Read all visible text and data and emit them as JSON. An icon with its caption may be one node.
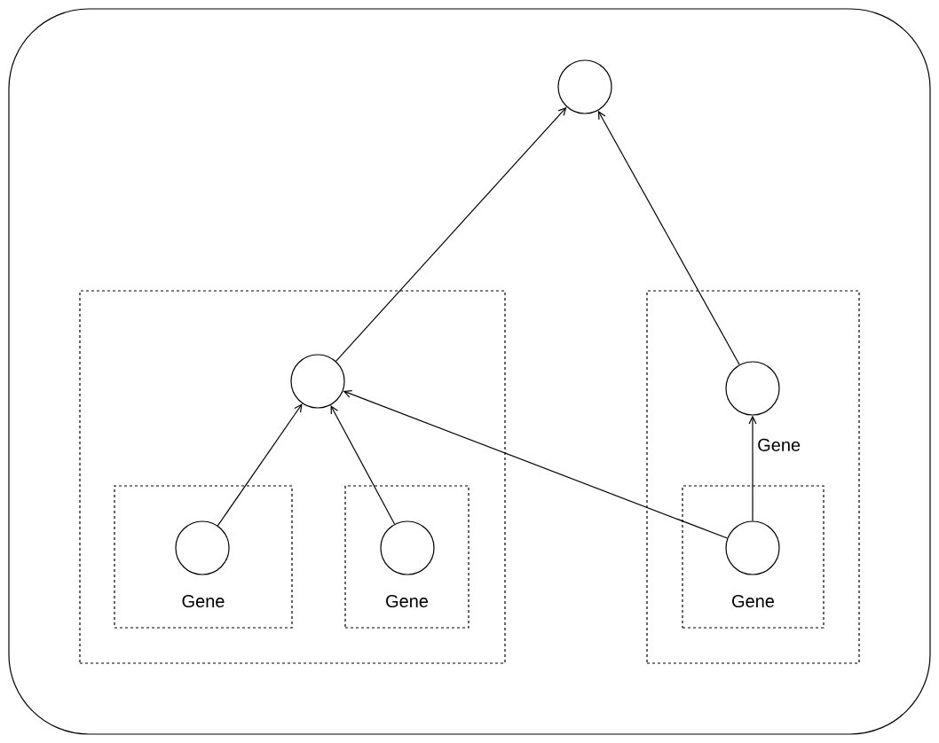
{
  "diagram": {
    "nodes": [
      {
        "text": [],
        "shape": "box"
      },
      {
        "text": [],
        "shape": "circle",
        "in": 0
      },
      {
        "text": [],
        "shape": "box",
        "in": 0
      },
      {
        "text": [],
        "shape": "circle",
        "in": 2
      },
      {
        "text": [
          "Gene"
        ],
        "in": 2
      },
      {
        "text": [],
        "shape": "circle",
        "in": 4
      },
      {
        "text": [
          "Gene"
        ],
        "in": 2
      },
      {
        "text": [],
        "shape": "circle",
        "in": 6
      },
      {
        "text": [],
        "shape": "box",
        "in": 0
      },
      {
        "text": [],
        "shape": "circle",
        "in": 8
      },
      {
        "text": [
          "Gene"
        ],
        "in": 8
      },
      {
        "text": [],
        "shape": "circle",
        "in": 10
      }
    ],
    "edges": [
      {
        "from": 3,
        "to": 1,
        "arrow": "to"
      },
      {
        "from": 9,
        "to": 1,
        "arrow": "to"
      },
      {
        "from": 5,
        "to": 3,
        "arrow": "to"
      },
      {
        "from": 7,
        "to": 3,
        "arrow": "to"
      },
      {
        "from": 11,
        "to": 3,
        "arrow": "to"
      },
      {
        "from": 11,
        "to": 9,
        "arrow": "to",
        "label": "Gene"
      }
    ]
  }
}
